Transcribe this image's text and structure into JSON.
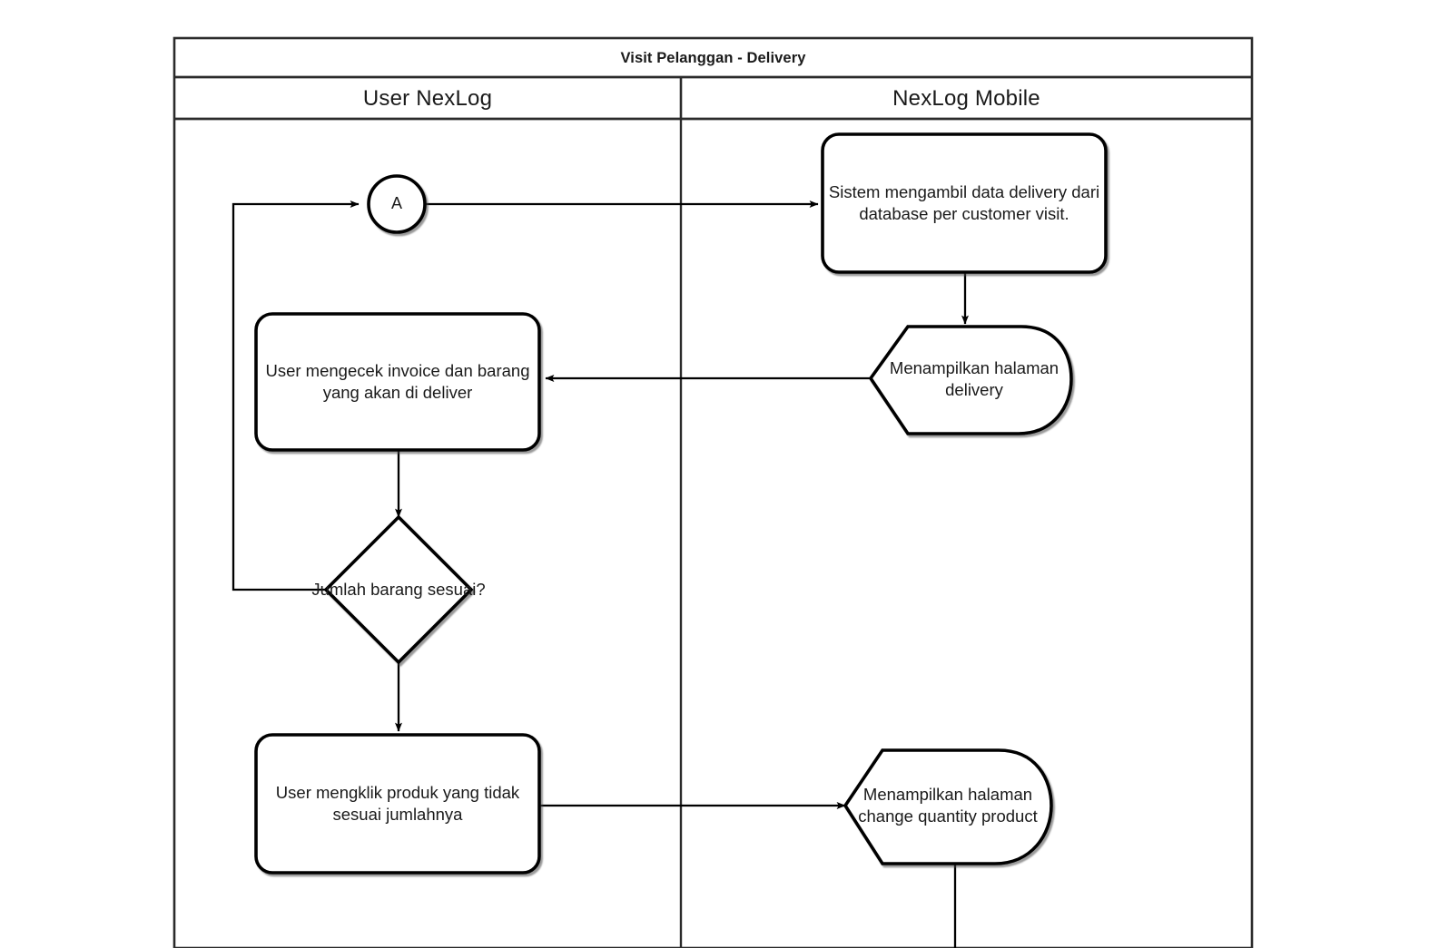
{
  "diagram": {
    "title": "Visit Pelanggan - Delivery",
    "type": "swimlane-flowchart",
    "lanes": [
      {
        "id": "lane-user",
        "label": "User NexLog"
      },
      {
        "id": "lane-mobile",
        "label": "NexLog Mobile"
      }
    ],
    "nodes": [
      {
        "id": "connector-a",
        "shape": "circle-connector",
        "lane": "lane-user",
        "label": "A"
      },
      {
        "id": "fetch-delivery-data",
        "shape": "rounded-process",
        "lane": "lane-mobile",
        "label": "Sistem mengambil data delivery dari database per customer visit."
      },
      {
        "id": "show-delivery-page",
        "shape": "display",
        "lane": "lane-mobile",
        "label": "Menampilkan halaman delivery"
      },
      {
        "id": "check-invoice",
        "shape": "rounded-process",
        "lane": "lane-user",
        "label": "User mengecek invoice dan barang yang akan di deliver"
      },
      {
        "id": "quantity-decision",
        "shape": "decision-diamond",
        "lane": "lane-user",
        "label": "Jumlah barang sesuai?"
      },
      {
        "id": "click-mismatch-product",
        "shape": "rounded-process",
        "lane": "lane-user",
        "label": "User mengklik produk yang tidak sesuai jumlahnya"
      },
      {
        "id": "show-change-qty-page",
        "shape": "display",
        "lane": "lane-mobile",
        "label": "Menampilkan halaman change quantity product"
      }
    ],
    "edges": [
      {
        "id": "edge-a-to-fetch",
        "from": "connector-a",
        "to": "fetch-delivery-data",
        "label": ""
      },
      {
        "id": "edge-fetch-to-show-delivery",
        "from": "fetch-delivery-data",
        "to": "show-delivery-page",
        "label": ""
      },
      {
        "id": "edge-show-delivery-to-check",
        "from": "show-delivery-page",
        "to": "check-invoice",
        "label": ""
      },
      {
        "id": "edge-check-to-decision",
        "from": "check-invoice",
        "to": "quantity-decision",
        "label": ""
      },
      {
        "id": "edge-decision-loop-back",
        "from": "quantity-decision",
        "to": "connector-a",
        "label": ""
      },
      {
        "id": "edge-decision-to-click",
        "from": "quantity-decision",
        "to": "click-mismatch-product",
        "label": ""
      },
      {
        "id": "edge-click-to-change-qty",
        "from": "click-mismatch-product",
        "to": "show-change-qty-page",
        "label": ""
      },
      {
        "id": "edge-change-qty-continues",
        "from": "show-change-qty-page",
        "to": "",
        "label": ""
      }
    ],
    "colors": {
      "stroke": "#000000",
      "fill": "#ffffff",
      "text": "#1a1a1a",
      "frame": "#2b2b2b"
    }
  }
}
